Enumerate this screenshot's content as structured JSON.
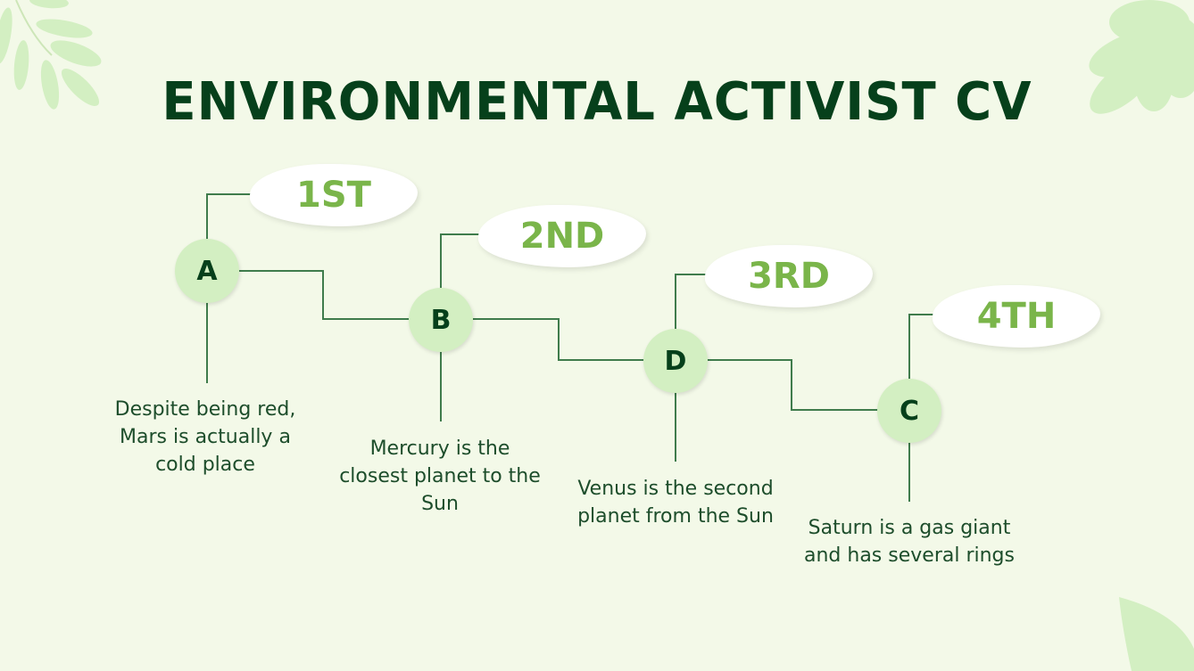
{
  "slide": {
    "title": "ENVIRONMENTAL ACTIVIST CV",
    "colors": {
      "background": "#f3f9e8",
      "title": "#06401b",
      "node_fill": "#d3efc2",
      "bubble_text": "#7ab54a",
      "line": "#3f7c4c",
      "leaf": "#d3efc2"
    },
    "decorations": [
      "leaf-branch-top-left",
      "leaf-cluster-top-right",
      "leaf-bottom-right"
    ],
    "steps": [
      {
        "node": "A",
        "rank": "1ST",
        "text": "Despite being red, Mars is actually a cold place"
      },
      {
        "node": "B",
        "rank": "2ND",
        "text": "Mercury is the closest planet to the Sun"
      },
      {
        "node": "D",
        "rank": "3RD",
        "text": "Venus is the second planet from the Sun"
      },
      {
        "node": "C",
        "rank": "4TH",
        "text": "Saturn is a gas giant and has several rings"
      }
    ]
  }
}
